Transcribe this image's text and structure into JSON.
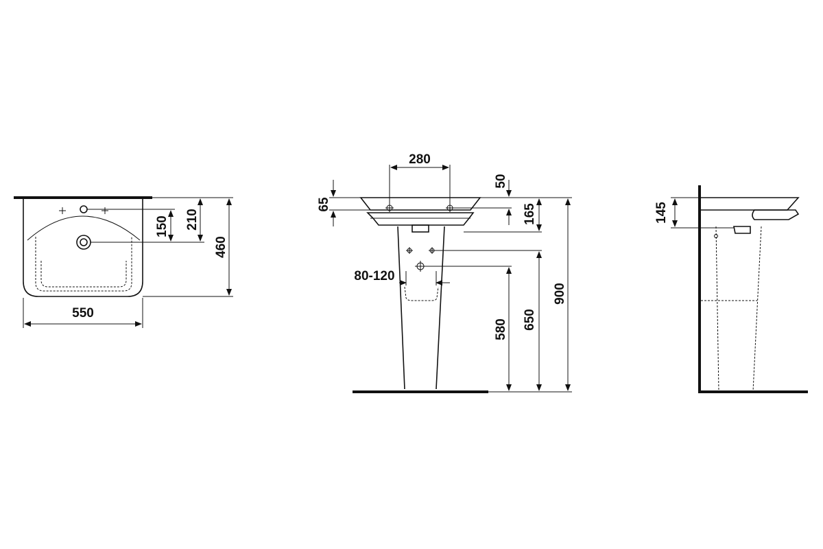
{
  "dimensions": {
    "top_view": {
      "width": "550",
      "depth": "460",
      "tap_hole_to_wall": "150",
      "overflow_to_wall": "210"
    },
    "front_view": {
      "tap_hole_spacing": "280",
      "rim_thickness": "65",
      "rim_offset": "50",
      "basin_height": "165",
      "waste_spacing": "80-120",
      "waste_height": "580",
      "supply_height": "650",
      "rim_height": "900"
    },
    "side_view": {
      "basin_depth": "145"
    }
  }
}
